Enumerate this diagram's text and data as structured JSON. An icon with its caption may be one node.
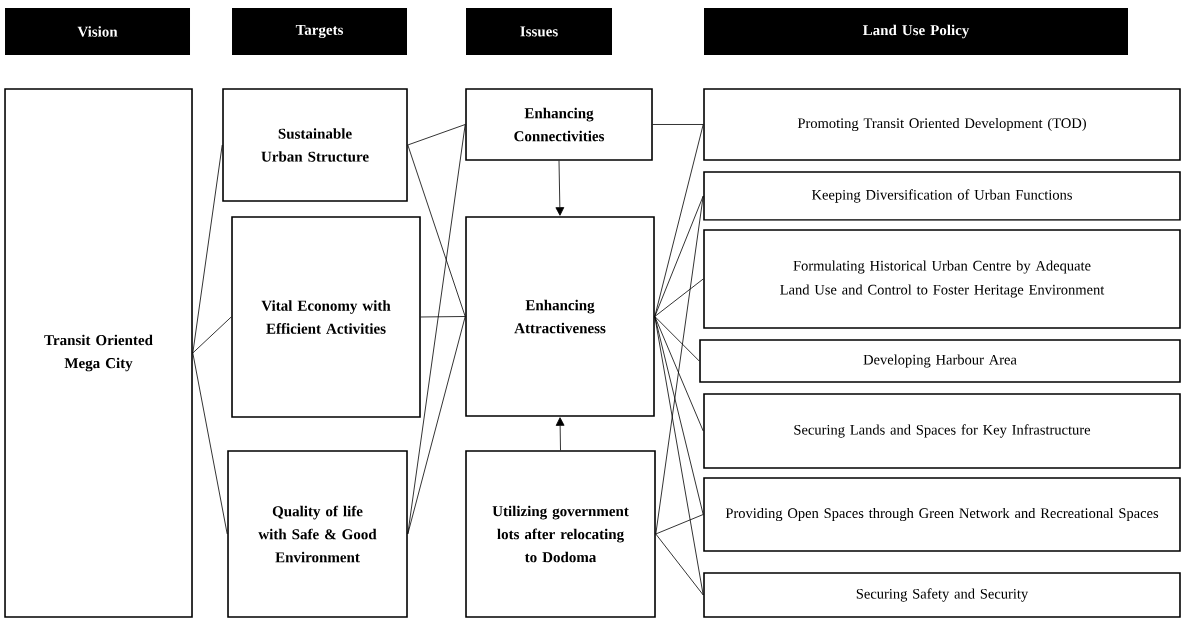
{
  "diagram": {
    "nodes": [
      {
        "text": [
          "Vision"
        ]
      },
      {
        "text": [
          "Targets"
        ]
      },
      {
        "text": [
          "Issues"
        ]
      },
      {
        "text": [
          "Land Use Policy"
        ]
      },
      {
        "text": [
          "Transit Oriented Mega City"
        ]
      },
      {
        "text": [
          "Sustainable Urban Structure"
        ]
      },
      {
        "text": [
          "Vital Economy with Efficient Activities"
        ]
      },
      {
        "text": [
          "Quality of life with Safe & Good Environment"
        ]
      },
      {
        "text": [
          "Enhancing Connectivities"
        ]
      },
      {
        "text": [
          "Enhancing Attractiveness"
        ]
      },
      {
        "text": [
          "Utilizing government lots after relocating to Dodoma"
        ]
      },
      {
        "text": [
          "Promoting Transit Oriented Development (TOD)"
        ]
      },
      {
        "text": [
          "Keeping Diversification of Urban Functions"
        ]
      },
      {
        "text": [
          "Formulating Historical Urban Centre by Adequate Land Use and Control to Foster Heritage Environment"
        ]
      },
      {
        "text": [
          "Developing Harbour Area"
        ]
      },
      {
        "text": [
          "Securing Lands and Spaces for Key Infrastructure"
        ]
      },
      {
        "text": [
          "Providing Open Spaces through Green Network and Recreational Spaces"
        ]
      },
      {
        "text": [
          "Securing Safety and Security"
        ]
      }
    ],
    "edges": [
      {
        "from": 4,
        "to": 5,
        "arrow": "none"
      },
      {
        "from": 4,
        "to": 6,
        "arrow": "none"
      },
      {
        "from": 4,
        "to": 7,
        "arrow": "none"
      },
      {
        "from": 5,
        "to": 8,
        "arrow": "none"
      },
      {
        "from": 5,
        "to": 9,
        "arrow": "none"
      },
      {
        "from": 6,
        "to": 9,
        "arrow": "none"
      },
      {
        "from": 7,
        "to": 8,
        "arrow": "none"
      },
      {
        "from": 7,
        "to": 9,
        "arrow": "none"
      },
      {
        "from": 8,
        "to": 11,
        "arrow": "none"
      },
      {
        "from": 8,
        "to": 9,
        "arrow": "to"
      },
      {
        "from": 10,
        "to": 9,
        "arrow": "to"
      },
      {
        "from": 9,
        "to": 11,
        "arrow": "none"
      },
      {
        "from": 9,
        "to": 12,
        "arrow": "none"
      },
      {
        "from": 9,
        "to": 13,
        "arrow": "none"
      },
      {
        "from": 9,
        "to": 14,
        "arrow": "none"
      },
      {
        "from": 9,
        "to": 15,
        "arrow": "none"
      },
      {
        "from": 9,
        "to": 16,
        "arrow": "none"
      },
      {
        "from": 9,
        "to": 17,
        "arrow": "none"
      },
      {
        "from": 10,
        "to": 12,
        "arrow": "none"
      },
      {
        "from": 10,
        "to": 16,
        "arrow": "none"
      },
      {
        "from": 10,
        "to": 17,
        "arrow": "none"
      }
    ]
  }
}
